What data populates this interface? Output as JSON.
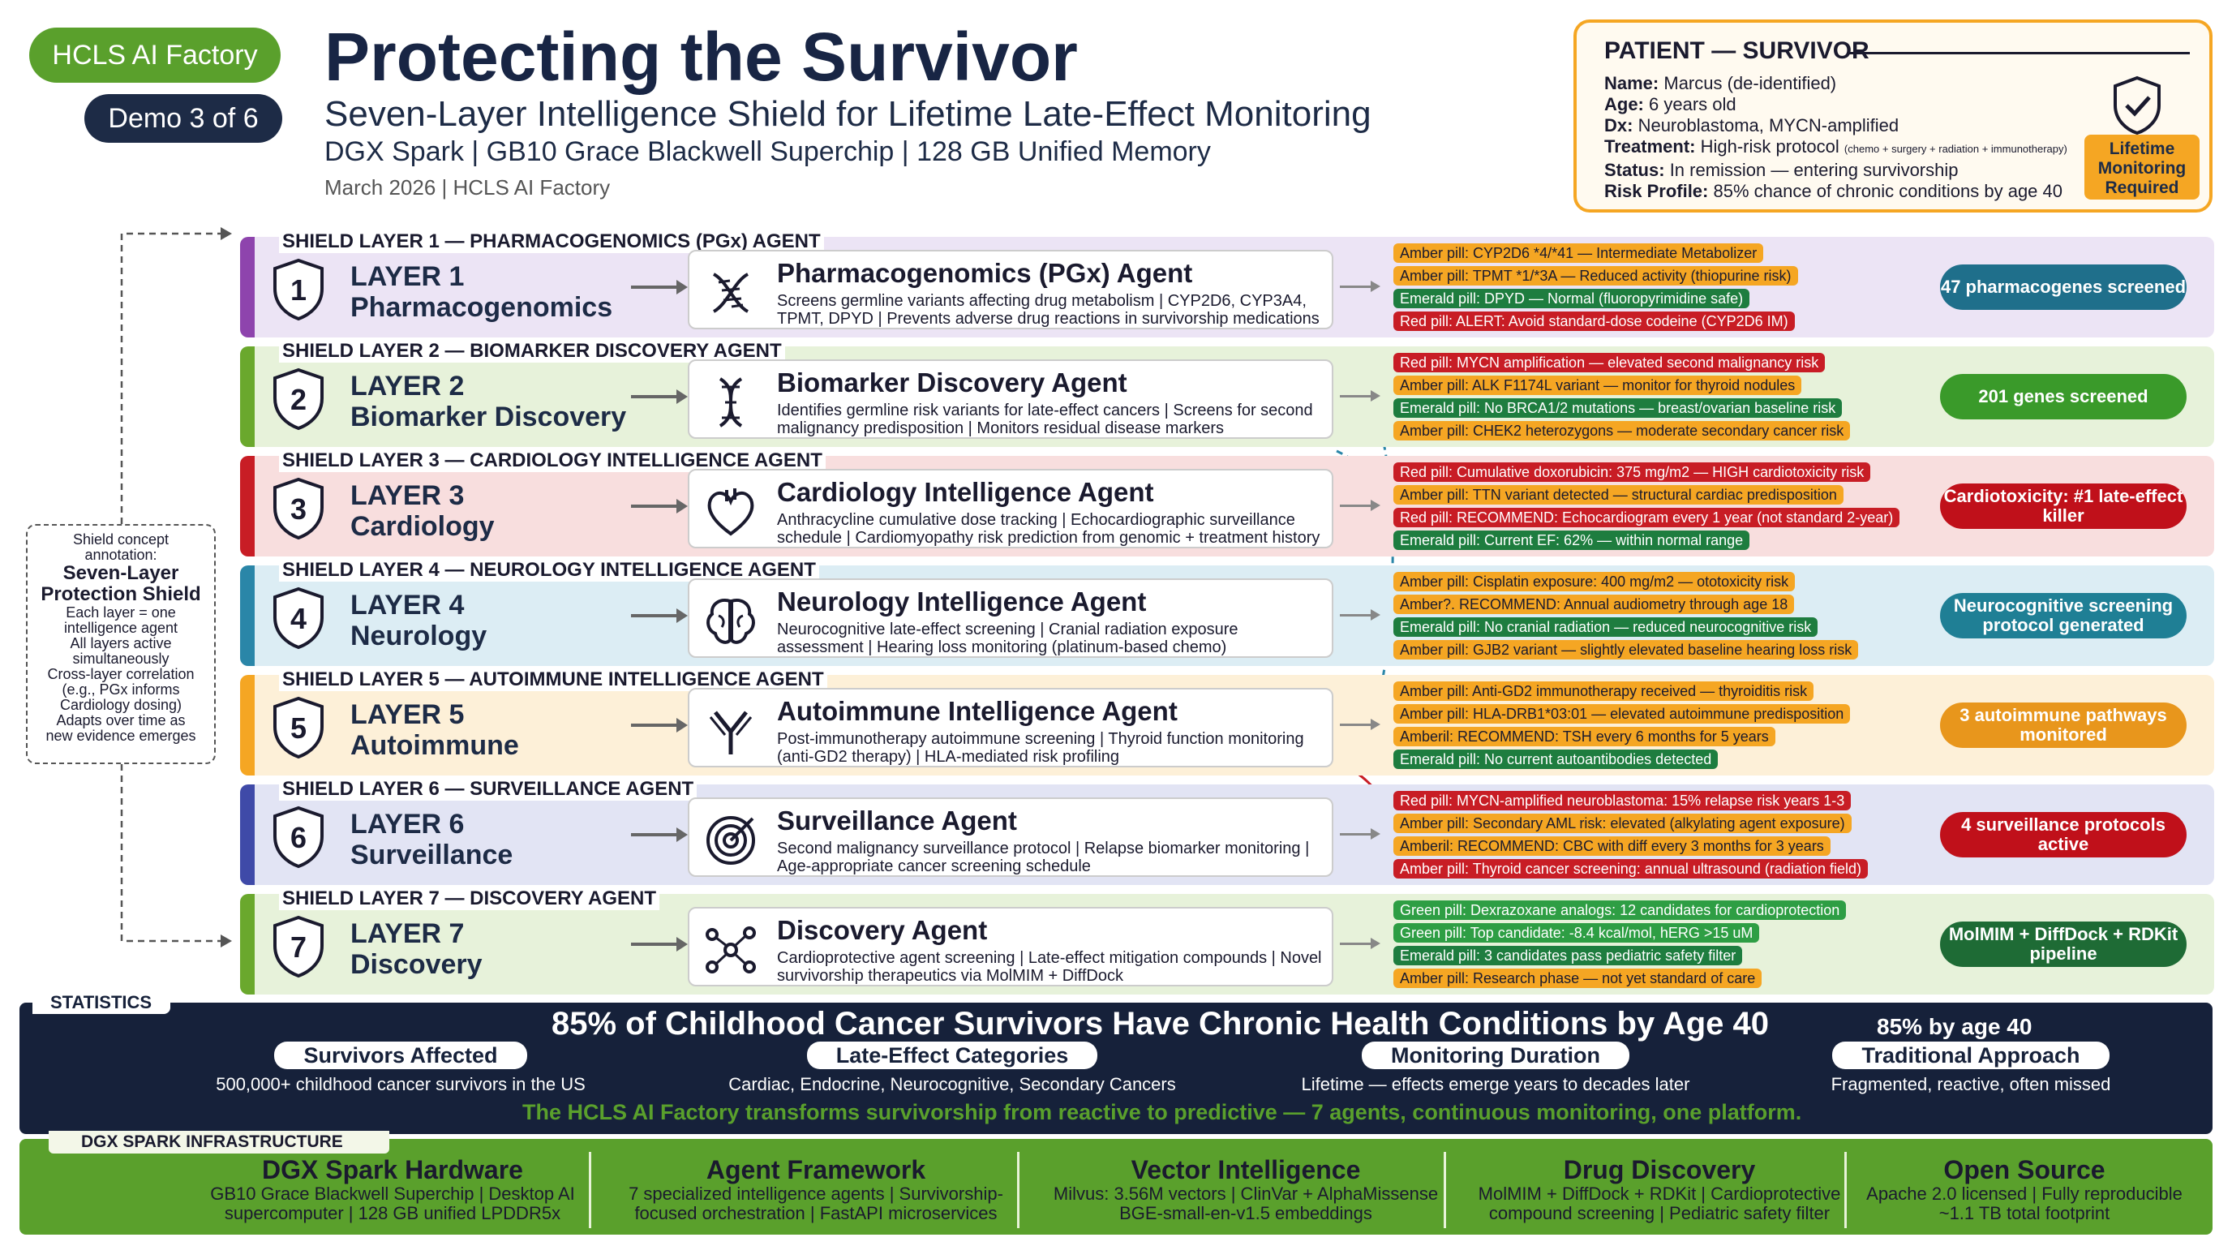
{
  "badges": {
    "hcls": "HCLS AI Factory",
    "demo": "Demo 3 of 6"
  },
  "header": {
    "title": "Protecting the Survivor",
    "subtitle": "Seven-Layer Intelligence Shield for Lifetime Late-Effect Monitoring",
    "subtitle2": "DGX Spark | GB10 Grace Blackwell Superchip | 128 GB Unified Memory",
    "date": "March 2026 | HCLS AI Factory"
  },
  "patient": {
    "heading": "PATIENT — SURVIVOR",
    "rows": [
      {
        "label": "Name:",
        "value": "Marcus (de-identified)"
      },
      {
        "label": "Age:",
        "value": "6 years old"
      },
      {
        "label": "Dx:",
        "value": "Neuroblastoma, MYCN-amplified"
      },
      {
        "label": "Treatment:",
        "value": "High-risk protocol",
        "small": "(chemo + surgery + radiation + immunotherapy)"
      },
      {
        "label": "Status:",
        "value": "In remission — entering survivorship"
      },
      {
        "label": "Risk Profile:",
        "value": "85% chance of chronic conditions by age 40"
      }
    ],
    "lifetime": [
      "Lifetime",
      "Monitoring",
      "Required"
    ]
  },
  "concept": {
    "lines_top": [
      "Shield concept",
      "annotation:"
    ],
    "big": [
      "Seven-Layer",
      "Protection Shield"
    ],
    "lines": [
      "Each layer = one",
      "intelligence agent",
      "All layers active",
      "simultaneously",
      "Cross-layer correlation",
      "(e.g., PGx informs",
      "Cardiology dosing)",
      "Adapts over time as",
      "new evidence emerges"
    ]
  },
  "layers": [
    {
      "head": "SHIELD LAYER 1 — PHARMACOGENOMICS (PGx) AGENT",
      "num": "1",
      "line1": "LAYER 1",
      "line2": "Pharmacogenomics",
      "agent": "Pharmacogenomics (PGx) Agent",
      "desc": "Screens germline variants affecting drug metabolism | CYP2D6, CYP3A4, TPMT, DPYD | Prevents adverse drug reactions in survivorship medications",
      "icon": "dna-icon",
      "color": "#8e44ad",
      "bg": "#ece4f5",
      "pills": [
        {
          "t": "amber",
          "x": "Amber pill: CYP2D6 *4/*41 — Intermediate Metabolizer"
        },
        {
          "t": "amber",
          "x": "Amber pill: TPMT *1/*3A — Reduced activity (thiopurine risk)"
        },
        {
          "t": "emerald",
          "x": "Emerald pill: DPYD — Normal (fluoropyrimidine safe)"
        },
        {
          "t": "red",
          "x": "Red pill: ALERT: Avoid standard-dose codeine (CYP2D6 IM)"
        }
      ],
      "summary": "47 pharmacogenes screened",
      "scolor": "#1f6f8b"
    },
    {
      "head": "SHIELD LAYER 2 — BIOMARKER DISCOVERY AGENT",
      "num": "2",
      "line1": "LAYER 2",
      "line2": "Biomarker Discovery",
      "agent": "Biomarker Discovery Agent",
      "desc": "Identifies germline risk variants for late-effect cancers | Screens for second malignancy predisposition | Monitors residual disease markers",
      "icon": "dna-strand-icon",
      "color": "#6aa82d",
      "bg": "#e7f2da",
      "pills": [
        {
          "t": "red",
          "x": "Red pill: MYCN amplification — elevated second malignancy risk"
        },
        {
          "t": "amber",
          "x": "Amber pill: ALK F1174L variant — monitor for thyroid nodules"
        },
        {
          "t": "emerald",
          "x": "Emerald pill: No BRCA1/2 mutations — breast/ovarian baseline risk"
        },
        {
          "t": "amber",
          "x": "Amber pill: CHEK2 heterozygons — moderate secondary cancer risk"
        }
      ],
      "summary": "201 genes screened",
      "scolor": "#3a9a2a"
    },
    {
      "head": "SHIELD LAYER 3 — CARDIOLOGY INTELLIGENCE AGENT",
      "num": "3",
      "line1": "LAYER 3",
      "line2": "Cardiology",
      "agent": "Cardiology Intelligence Agent",
      "desc": "Anthracycline cumulative dose tracking | Echocardiographic surveillance schedule | Cardiomyopathy risk prediction from genomic + treatment history",
      "icon": "heart-icon",
      "color": "#c81d25",
      "bg": "#f8dede",
      "pills": [
        {
          "t": "red",
          "x": "Red pill: Cumulative doxorubicin: 375 mg/m2 — HIGH cardiotoxicity risk"
        },
        {
          "t": "amber",
          "x": "Amber pill: TTN variant detected — structural cardiac predisposition"
        },
        {
          "t": "red",
          "x": "Red pill: RECOMMEND: Echocardiogram every 1 year (not standard 2-year)"
        },
        {
          "t": "emerald",
          "x": "Emerald pill: Current EF: 62% — within normal range"
        }
      ],
      "summary": "Cardiotoxicity: #1 late-effect killer",
      "scolor": "#c0101a"
    },
    {
      "head": "SHIELD LAYER 4 — NEUROLOGY INTELLIGENCE AGENT",
      "num": "4",
      "line1": "LAYER 4",
      "line2": "Neurology",
      "agent": "Neurology Intelligence Agent",
      "desc": "Neurocognitive late-effect screening | Cranial radiation exposure assessment | Hearing loss monitoring (platinum-based chemo)",
      "icon": "brain-icon",
      "color": "#2a86a8",
      "bg": "#dcedf4",
      "pills": [
        {
          "t": "amber",
          "x": "Amber pill: Cisplatin exposure: 400 mg/m2 — ototoxicity risk"
        },
        {
          "t": "amber",
          "x": "Amber?. RECOMMEND: Annual audiometry through age 18"
        },
        {
          "t": "emerald",
          "x": "Emerald pill: No cranial radiation — reduced neurocognitive risk"
        },
        {
          "t": "amber",
          "x": "Amber pill: GJB2 variant — slightly elevated baseline hearing loss risk"
        }
      ],
      "summary": "Neurocognitive screening protocol generated",
      "scolor": "#1f7f95"
    },
    {
      "head": "SHIELD LAYER 5 — AUTOIMMUNE INTELLIGENCE AGENT",
      "num": "5",
      "line1": "LAYER 5",
      "line2": "Autoimmune",
      "agent": "Autoimmune Intelligence Agent",
      "desc": "Post-immunotherapy autoimmune screening | Thyroid function monitoring (anti-GD2 therapy) | HLA-mediated risk profiling",
      "icon": "antibody-icon",
      "color": "#f5a623",
      "bg": "#fdf0d8",
      "pills": [
        {
          "t": "amber",
          "x": "Amber pill: Anti-GD2 immunotherapy received — thyroiditis risk"
        },
        {
          "t": "amber",
          "x": "Amber pill: HLA-DRB1*03:01 — elevated autoimmune predisposition"
        },
        {
          "t": "amber",
          "x": "Amberil: RECOMMEND: TSH every 6 months for 5 years"
        },
        {
          "t": "emerald",
          "x": "Emerald pill: No current autoantibodies detected"
        }
      ],
      "summary": "3 autoimmune pathways monitored",
      "scolor": "#e8961c"
    },
    {
      "head": "SHIELD LAYER 6 — SURVEILLANCE AGENT",
      "num": "6",
      "line1": "LAYER 6",
      "line2": "Surveillance",
      "agent": "Surveillance Agent",
      "desc": "Second malignancy surveillance protocol | Relapse biomarker monitoring | Age-appropriate cancer screening schedule",
      "icon": "target-icon",
      "color": "#3f4aa8",
      "bg": "#e2e4f4",
      "pills": [
        {
          "t": "red",
          "x": "Red pill: MYCN-amplified neuroblastoma: 15% relapse risk years 1-3"
        },
        {
          "t": "amber",
          "x": "Amber pill: Secondary AML risk: elevated (alkylating agent exposure)"
        },
        {
          "t": "amber",
          "x": "Amberil: RECOMMEND: CBC with diff every 3 months for 3 years"
        },
        {
          "t": "red",
          "x": "Amber pill: Thyroid cancer screening: annual ultrasound (radiation field)"
        }
      ],
      "summary": "4 surveillance protocols active",
      "scolor": "#c0101a"
    },
    {
      "head": "SHIELD LAYER 7 — DISCOVERY AGENT",
      "num": "7",
      "line1": "LAYER 7",
      "line2": "Discovery",
      "agent": "Discovery Agent",
      "desc": "Cardioprotective agent screening | Late-effect mitigation compounds | Novel survivorship therapeutics via MolMIM + DiffDock",
      "icon": "molecule-icon",
      "color": "#6aa82d",
      "bg": "#e7f2da",
      "pills": [
        {
          "t": "green",
          "x": "Green pill: Dexrazoxane analogs: 12 candidates for cardioprotection"
        },
        {
          "t": "green",
          "x": "Green pill: Top candidate: -8.4 kcal/mol, hERG >15 uM"
        },
        {
          "t": "emerald",
          "x": "Emerald pill: 3 candidates pass pediatric safety filter"
        },
        {
          "t": "amber",
          "x": "Amber pill: Research phase — not yet standard of care"
        }
      ],
      "summary": "MolMIM + DiffDock + RDKit pipeline",
      "scolor": "#1e6b35"
    }
  ],
  "stats": {
    "label": "STATISTICS",
    "headline": "85% of Childhood Cancer Survivors Have Chronic Health Conditions by Age 40",
    "side": "85% by age 40",
    "items": [
      {
        "label": "Survivors Affected",
        "value": "500,000+ childhood cancer survivors in the US"
      },
      {
        "label": "Late-Effect Categories",
        "value": "Cardiac, Endocrine, Neurocognitive, Secondary Cancers"
      },
      {
        "label": "Monitoring Duration",
        "value": "Lifetime — effects emerge years to decades later"
      },
      {
        "label": "Traditional Approach",
        "value": "Fragmented, reactive, often missed"
      }
    ],
    "tagline": "The HCLS AI Factory transforms survivorship from reactive to predictive — 7 agents, continuous monitoring, one platform."
  },
  "infra": {
    "label": "DGX SPARK INFRASTRUCTURE",
    "cols": [
      {
        "title": "DGX Spark Hardware",
        "l1": "GB10 Grace Blackwell Superchip | Desktop AI",
        "l2": "supercomputer | 128 GB unified LPDDR5x"
      },
      {
        "title": "Agent Framework",
        "l1": "7 specialized intelligence agents | Survivorship-",
        "l2": "focused orchestration | FastAPI microservices"
      },
      {
        "title": "Vector Intelligence",
        "l1": "Milvus: 3.56M vectors | ClinVar + AlphaMissense",
        "l2": "BGE-small-en-v1.5 embeddings"
      },
      {
        "title": "Drug Discovery",
        "l1": "MolMIM + DiffDock + RDKit | Cardioprotective",
        "l2": "compound screening | Pediatric safety filter"
      },
      {
        "title": "Open Source",
        "l1": "Apache 2.0 licensed | Fully reproducible",
        "l2": "~1.1 TB total footprint"
      }
    ]
  }
}
